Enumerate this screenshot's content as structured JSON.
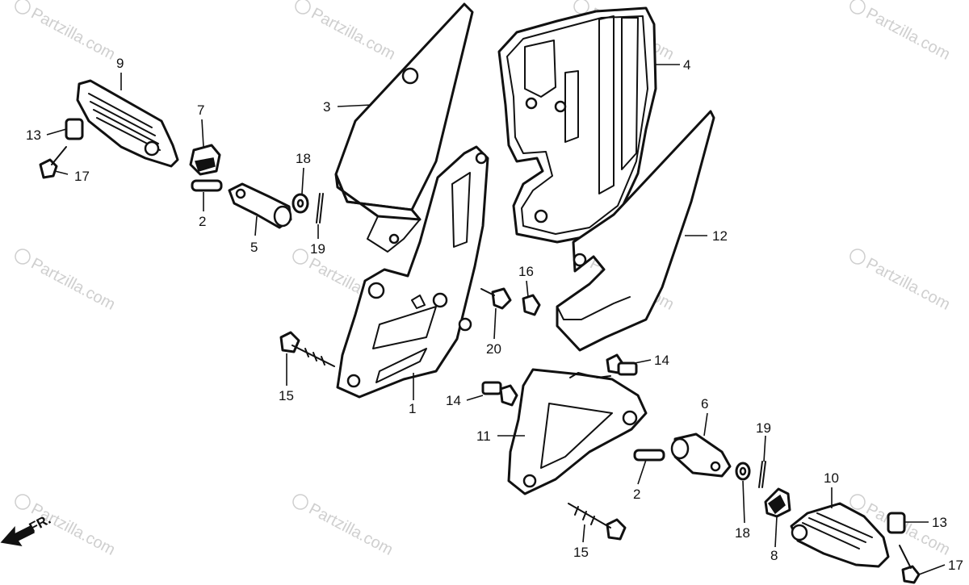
{
  "watermark": {
    "text": "Partzilla.com",
    "copyright_symbol": "©"
  },
  "front_indicator": {
    "label": "FR."
  },
  "callouts": {
    "c1": "1",
    "c2a": "2",
    "c2b": "2",
    "c3": "3",
    "c4": "4",
    "c5": "5",
    "c6": "6",
    "c7": "7",
    "c8": "8",
    "c9": "9",
    "c10": "10",
    "c11": "11",
    "c12": "12",
    "c13a": "13",
    "c13b": "13",
    "c14a": "14",
    "c14b": "14",
    "c15a": "15",
    "c15b": "15",
    "c16": "16",
    "c17a": "17",
    "c17b": "17",
    "c18a": "18",
    "c18b": "18",
    "c19a": "19",
    "c19b": "19",
    "c20": "20"
  },
  "colors": {
    "line": "#111111",
    "background": "#ffffff",
    "watermark": "#cfcfcf"
  }
}
